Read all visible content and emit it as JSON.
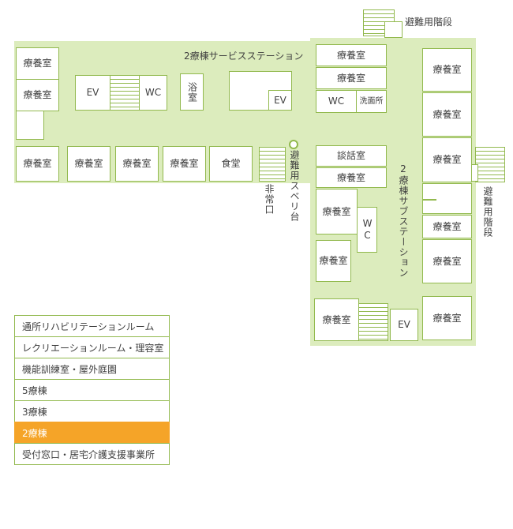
{
  "colors": {
    "green_fill": "#dcecbd",
    "green_border": "#92b94e",
    "orange": "#f5a428",
    "text": "#3f3f3f"
  },
  "map": {
    "labels": {
      "stairs_top": "避難用階段",
      "stairs_right": "避難用階段",
      "service_station": "2療棟サービスステーション",
      "sub_station": "2療棟サブステーション",
      "slide": "避難用スベリ台",
      "emergency_exit": "非常口"
    },
    "rooms": [
      "療養室",
      "療養室",
      "EV",
      "WC",
      "浴室",
      "EV",
      "療養室",
      "療養室",
      "療養室",
      "療養室",
      "食堂",
      "療養室",
      "療養室",
      "WC",
      "洗面所",
      "談話室",
      "療養室",
      "療養室",
      "WC",
      "療養室",
      "療養室",
      "EV",
      "療養室",
      "療養室",
      "療養室",
      "療養室",
      "療養室",
      "療養室"
    ]
  },
  "legend": {
    "items": [
      {
        "label": "通所リハビリテーションルーム",
        "active": false
      },
      {
        "label": "レクリエーションルーム・理容室",
        "active": false
      },
      {
        "label": "機能訓練室・屋外庭園",
        "active": false
      },
      {
        "label": "5療棟",
        "active": false
      },
      {
        "label": "3療棟",
        "active": false
      },
      {
        "label": "2療棟",
        "active": true
      },
      {
        "label": "受付窓口・居宅介護支援事業所",
        "active": false
      }
    ]
  }
}
